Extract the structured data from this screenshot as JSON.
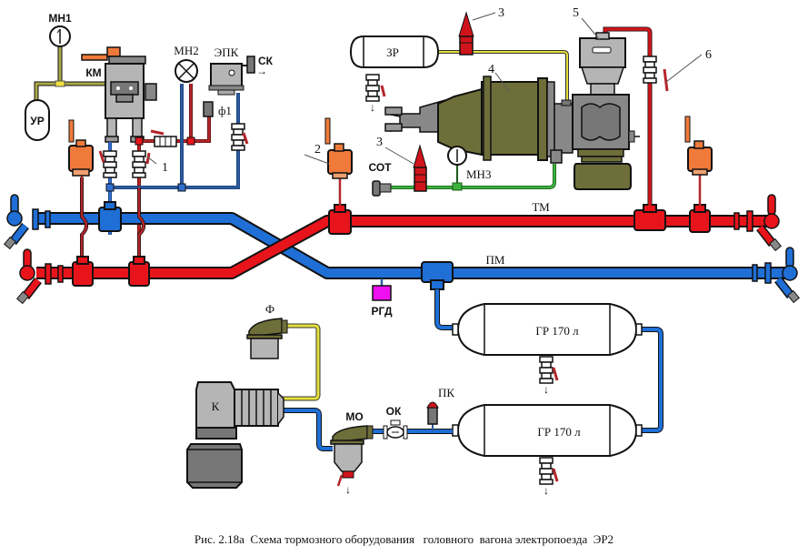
{
  "figure": {
    "caption": "Рис. 2.18а  Схема тормозного оборудования   головного  вагона электропоезда  ЭР2"
  },
  "pipes": {
    "brake_line": {
      "label": "ТМ",
      "color": "#e8141b"
    },
    "feed_line": {
      "label": "ПМ",
      "color": "#1f6fd6"
    }
  },
  "components": {
    "gauge_1": "МН1",
    "gauge_2": "МН2",
    "gauge_3": "МН3",
    "driver_valve": "КМ",
    "equalizing_reservoir": "УР",
    "electro_pneumatic_valve": "ЭПК",
    "whistle": "СК",
    "filter_1": "ф1",
    "auxiliary_reservoir": "ЗР",
    "brake_cylinder_connection": "СОТ",
    "pressure_switch": "РГД",
    "air_filter": "Ф",
    "compressor": "К",
    "oil_separator": "МО",
    "check_valve": "ОК",
    "safety_valve": "ПК",
    "main_reservoir_1": "ГР 170 л",
    "main_reservoir_2": "ГР 170 л"
  },
  "callouts": {
    "c1": "1",
    "c2": "2",
    "c3a": "3",
    "c3b": "3",
    "c4": "4",
    "c5": "5",
    "c6": "6"
  },
  "colors": {
    "red_pipe": "#e8141b",
    "blue_pipe": "#1f6fd6",
    "dark_red_pipe": "#b3262b",
    "dark_blue_pipe": "#2c5aa0",
    "yellow_pipe": "#e6e03a",
    "olive_pipe": "#9a9a3a",
    "green_pipe": "#3db33d",
    "orange_valve": "#f07a3a",
    "olive_body": "#6e6e3a",
    "grey_body": "#b5b5b5",
    "magenta_switch": "#ee10ee"
  }
}
